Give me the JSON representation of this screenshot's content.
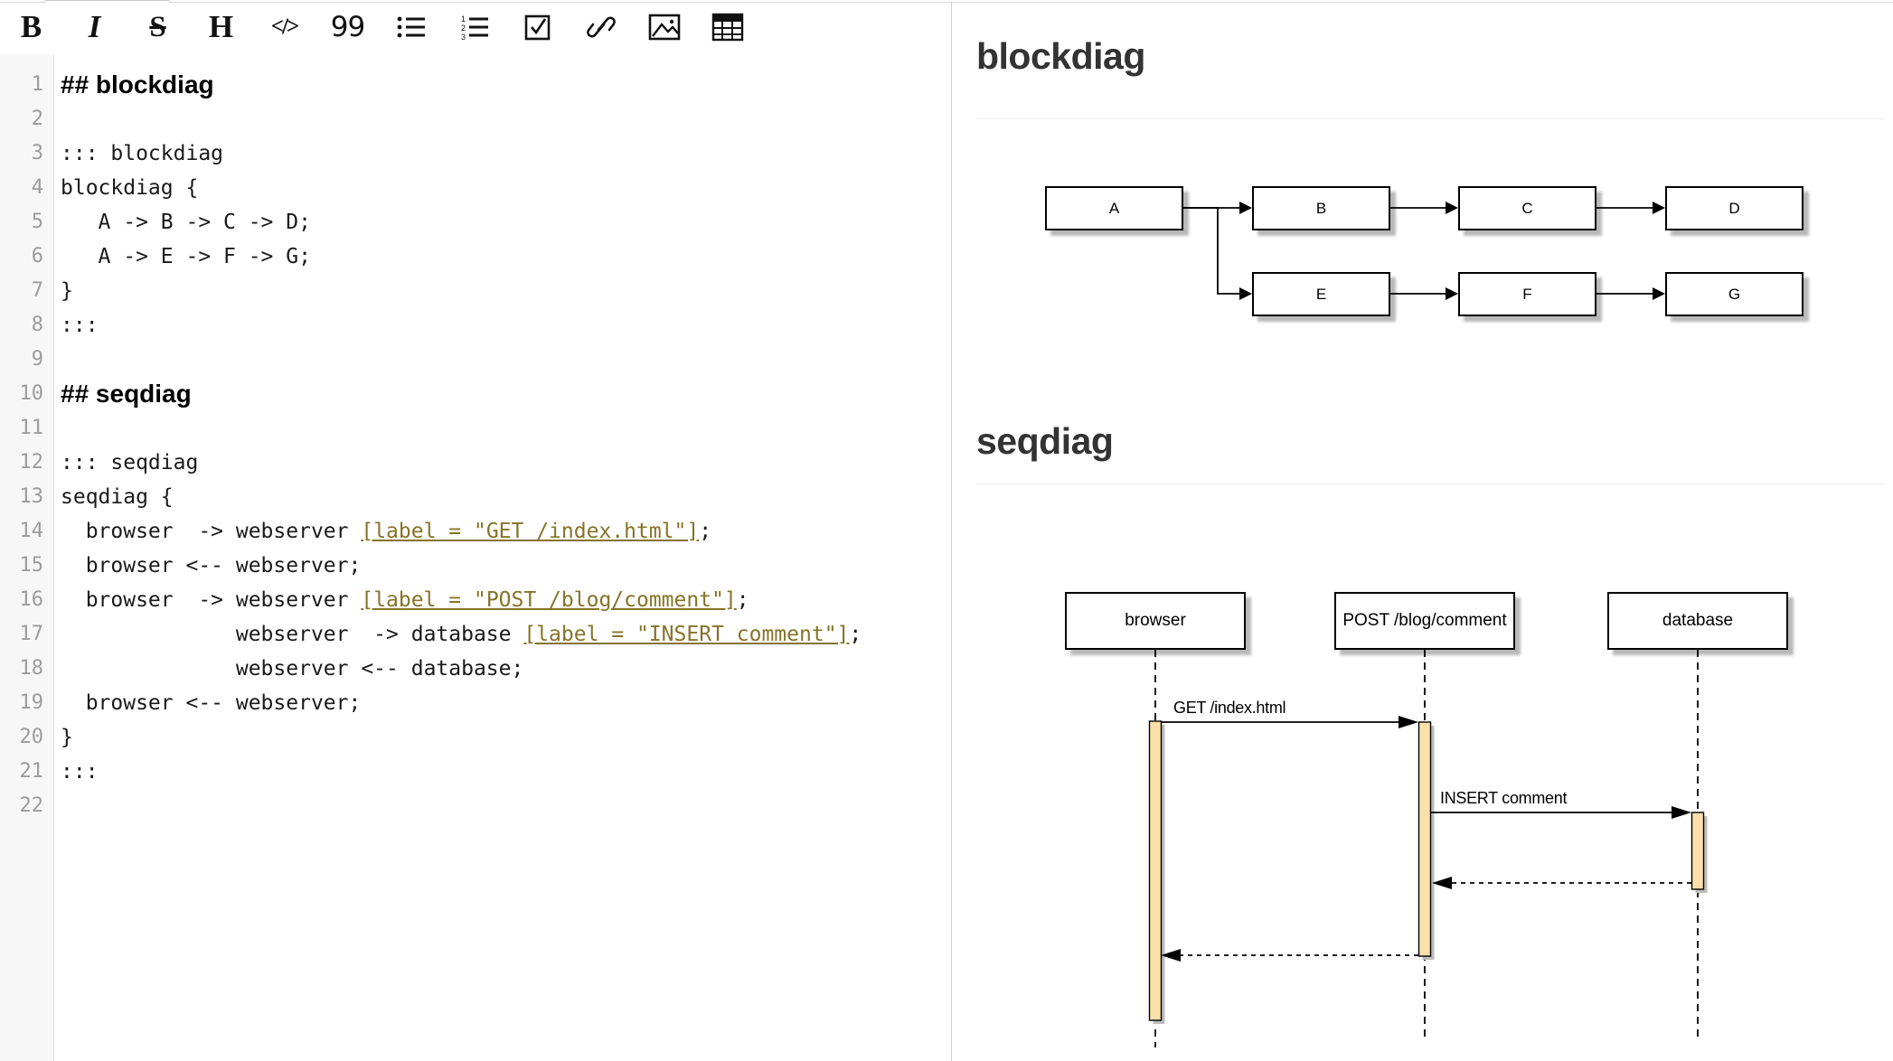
{
  "toolbar": {
    "icons": [
      {
        "name": "bold",
        "glyph": "B"
      },
      {
        "name": "italic",
        "glyph": "I"
      },
      {
        "name": "strikethrough",
        "glyph": "S"
      },
      {
        "name": "heading",
        "glyph": "H"
      },
      {
        "name": "code",
        "glyph": "</>"
      },
      {
        "name": "quote",
        "glyph": "99"
      },
      {
        "name": "bullet-list"
      },
      {
        "name": "numbered-list"
      },
      {
        "name": "check-list"
      },
      {
        "name": "link"
      },
      {
        "name": "image"
      },
      {
        "name": "table"
      }
    ]
  },
  "editor": {
    "lines": [
      {
        "num": "1",
        "text": "## blockdiag",
        "header": true
      },
      {
        "num": "2",
        "text": ""
      },
      {
        "num": "3",
        "text": "::: blockdiag"
      },
      {
        "num": "4",
        "text": "blockdiag {"
      },
      {
        "num": "5",
        "text": "   A -> B -> C -> D;"
      },
      {
        "num": "6",
        "text": "   A -> E -> F -> G;"
      },
      {
        "num": "7",
        "text": "}"
      },
      {
        "num": "8",
        "text": ":::"
      },
      {
        "num": "9",
        "text": ""
      },
      {
        "num": "10",
        "text": "## seqdiag",
        "header": true
      },
      {
        "num": "11",
        "text": ""
      },
      {
        "num": "12",
        "text": "::: seqdiag"
      },
      {
        "num": "13",
        "text": "seqdiag {"
      },
      {
        "num": "14",
        "prefix": "  browser  -> webserver ",
        "link": "[label = \"GET /index.html\"]",
        "suffix": ";"
      },
      {
        "num": "15",
        "text": "  browser <-- webserver;"
      },
      {
        "num": "16",
        "prefix": "  browser  -> webserver ",
        "link": "[label = \"POST /blog/comment\"]",
        "suffix": ";"
      },
      {
        "num": "17",
        "prefix": "              webserver  -> database ",
        "link": "[label = \"INSERT comment\"]",
        "suffix": ";"
      },
      {
        "num": "18",
        "text": "              webserver <-- database;"
      },
      {
        "num": "19",
        "text": "  browser <-- webserver;"
      },
      {
        "num": "20",
        "text": "}"
      },
      {
        "num": "21",
        "text": ":::"
      },
      {
        "num": "22",
        "text": ""
      }
    ]
  },
  "preview": {
    "sections": [
      {
        "heading": "blockdiag"
      },
      {
        "heading": "seqdiag"
      }
    ],
    "blockdiag": {
      "nodes": [
        "A",
        "B",
        "C",
        "D",
        "E",
        "F",
        "G"
      ],
      "edges": [
        "A -> B",
        "B -> C",
        "C -> D",
        "A -> E",
        "E -> F",
        "F -> G"
      ]
    },
    "seqdiag": {
      "actors": [
        "browser",
        "POST /blog/comment",
        "database"
      ],
      "messages": [
        {
          "label": "GET /index.html",
          "from": "browser",
          "to": "webserver",
          "style": "solid"
        },
        {
          "label": "INSERT comment",
          "from": "webserver",
          "to": "database",
          "style": "solid"
        },
        {
          "label": "",
          "from": "database",
          "to": "webserver",
          "style": "dashed-return"
        },
        {
          "label": "",
          "from": "webserver",
          "to": "browser",
          "style": "dashed-return"
        }
      ]
    },
    "colors": {
      "activation_fill": "#fbe0ab",
      "link_text": "#857428",
      "divider": "#cccccc",
      "heading_rule": "#eeeeee"
    }
  }
}
